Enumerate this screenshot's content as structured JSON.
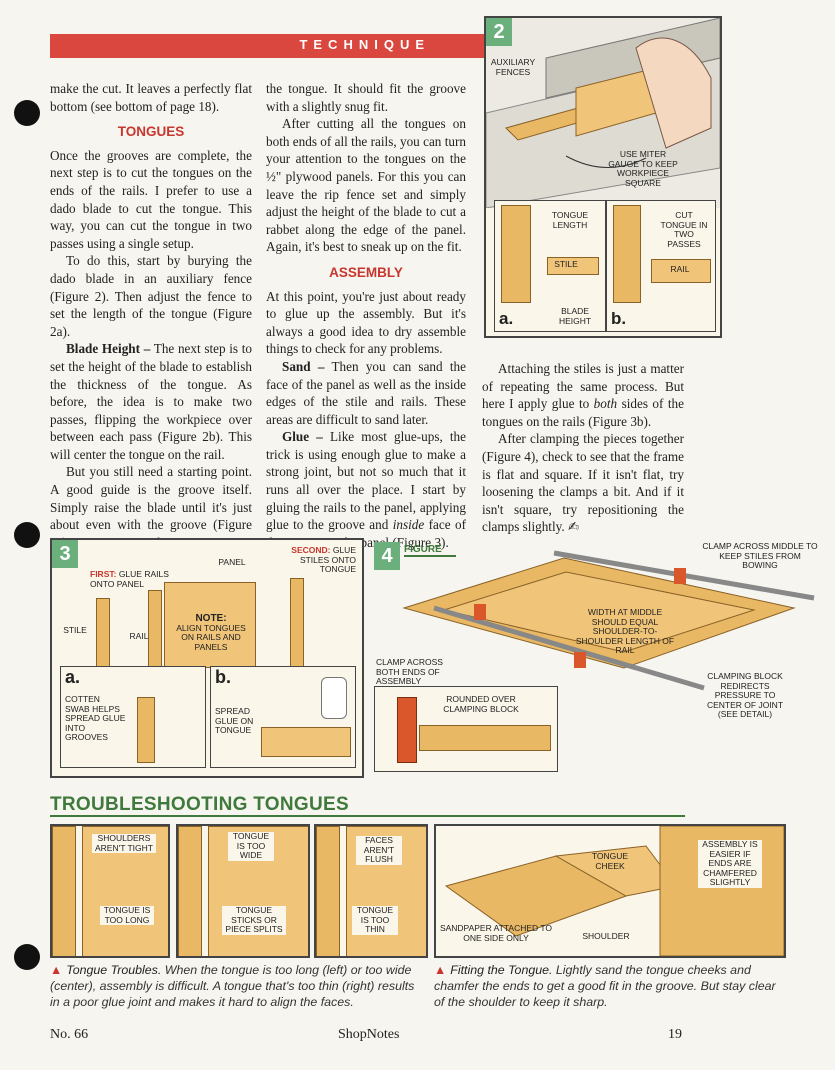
{
  "header": {
    "section": "TECHNIQUE"
  },
  "col1": {
    "p1": "make the cut. It leaves a perfectly flat bottom (see bottom of page 18).",
    "h_tongues": "TONGUES",
    "p2": "Once the grooves are complete, the next step is to cut the tongues on the ends of the rails. I prefer to use a dado blade to cut the tongue. This way, you can cut the tongue in two passes using a single setup.",
    "p3": "To do this, start by burying the dado blade in an auxiliary fence (Figure 2). Then adjust the fence to set the length of the tongue (Figure 2a).",
    "p4_lead": "Blade Height –",
    "p4": " The next step is to set the height of the blade to establish the thickness of the tongue. As before, the idea is to make two passes, flipping the workpiece over between each pass (Figure 2b). This will center the tongue on the rail.",
    "p5": "But you still need a starting point. A good guide is the groove itself. Simply raise the blade until it's just about even with the groove (Figure 2a). Here again, make your cuts on a test piece and check the thickness of"
  },
  "col2": {
    "p1": "the tongue. It should fit the groove with a slightly snug fit.",
    "p2": "After cutting all the tongues on both ends of all the rails, you can turn your attention to the tongues on the ½\" plywood panels. For this you can leave the rip fence set and simply adjust the height of the blade to cut a rabbet along the edge of the panel. Again, it's best to sneak up on the fit.",
    "h_assembly": "ASSEMBLY",
    "p3": "At this point, you're just about ready to glue up the assembly. But it's always a good idea to dry assemble things to check for any problems.",
    "p4_lead": "Sand –",
    "p4": " Then you can sand the face of the panel as well as the inside edges of the stile and rails. These areas are difficult to sand later.",
    "p5_lead": "Glue –",
    "p5_a": " Like most glue-ups, the trick is using enough glue to make a strong joint, but not so much that it runs all over the place. I start by gluing the rails to the panel, applying glue to the groove and ",
    "p5_em": "inside",
    "p5_b": " face of the tongue on the panel (Figure 3)."
  },
  "col3": {
    "p1_a": "Attaching the stiles is just a matter of repeating the same process. But here I apply glue to ",
    "p1_em": "both",
    "p1_b": " sides of the tongues on the rails (Figure 3b).",
    "p2": "After clamping the pieces together (Figure 4), check to see that the frame is flat and square. If it isn't flat, try loosening the clamps a bit. And if it isn't square, try repositioning the clamps slightly."
  },
  "fig2": {
    "num": "2",
    "aux": "AUXILIARY FENCES",
    "miter": "USE MITER GAUGE TO KEEP WORKPIECE SQUARE",
    "tongue_len": "TONGUE LENGTH",
    "stile": "STILE",
    "blade": "BLADE HEIGHT",
    "a": "a.",
    "cut": "CUT TONGUE IN TWO PASSES",
    "rail": "RAIL",
    "b": "b."
  },
  "fig3": {
    "num": "3",
    "first_k": "FIRST:",
    "first": " GLUE RAILS ONTO PANEL",
    "second_k": "SECOND:",
    "second": " GLUE STILES ONTO TONGUE",
    "panel": "PANEL",
    "stile": "STILE",
    "rail": "RAIL",
    "note_k": "NOTE:",
    "note": "ALIGN TONGUES ON RAILS AND PANELS",
    "a": "a.",
    "a_txt": "COTTEN SWAB HELPS SPREAD GLUE INTO GROOVES",
    "b": "b.",
    "b_txt": "SPREAD GLUE ON TONGUE"
  },
  "fig4": {
    "num": "4",
    "figure": "FIGURE",
    "middle": "CLAMP ACROSS MIDDLE TO KEEP STILES FROM BOWING",
    "width": "WIDTH AT MIDDLE SHOULD EQUAL SHOULDER-TO-SHOULDER LENGTH OF RAIL",
    "ends": "CLAMP ACROSS BOTH ENDS OF ASSEMBLY",
    "rounded": "ROUNDED OVER CLAMPING BLOCK",
    "block": "CLAMPING BLOCK REDIRECTS PRESSURE TO CENTER OF JOINT (SEE DETAIL)"
  },
  "trouble": {
    "title": "TROUBLESHOOTING TONGUES",
    "p1_top": "SHOULDERS AREN'T TIGHT",
    "p1_bot": "TONGUE IS TOO LONG",
    "p2_top": "TONGUE IS TOO WIDE",
    "p2_bot": "TONGUE STICKS OR PIECE SPLITS",
    "p3_top": "FACES AREN'T FLUSH",
    "p3_bot": "TONGUE IS TOO THIN",
    "p4_cheek": "TONGUE CHEEK",
    "p4_sand": "SANDPAPER ATTACHED TO ONE SIDE ONLY",
    "p4_shoulder": "SHOULDER",
    "p4_easy": "ASSEMBLY IS EASIER IF ENDS ARE CHAMFERED SLIGHTLY",
    "cap1_lead": "Tongue Troubles.",
    "cap1": " When the tongue is too long (left) or too wide (center), assembly is difficult. A tongue that's too thin (right) results in a poor glue joint and makes it hard to align the faces.",
    "cap2_lead": "Fitting the Tongue.",
    "cap2": " Lightly sand the tongue cheeks and chamfer the ends to get a good fit in the groove. But stay clear of the shoulder to keep it sharp."
  },
  "footer": {
    "issue": "No. 66",
    "mag": "ShopNotes",
    "page": "19"
  }
}
